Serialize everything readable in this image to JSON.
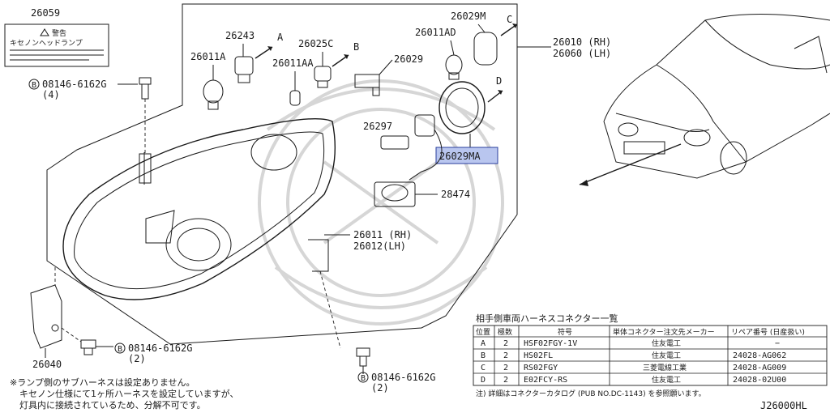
{
  "parts": {
    "p26059": "26059",
    "label_warning": "警告",
    "label_heading": "キセノンヘッドランプ",
    "p26243": "26243",
    "p26025c": "26025C",
    "p26011ad": "26011AD",
    "p26029m": "26029M",
    "p26010": "26010 (RH)",
    "p26060": "26060 (LH)",
    "p26011a": "26011A",
    "p26011aa": "26011AA",
    "p26029": "26029",
    "bolt_top": "08146-6162G",
    "bolt_top_qty": "(4)",
    "p26297": "26297",
    "p26029ma": "26029MA",
    "p28474": "28474",
    "p26011": "26011 (RH)",
    "p26012": "26012(LH)",
    "p26040": "26040",
    "bolt_bl": "08146-6162G",
    "bolt_bl_qty": "(2)",
    "bolt_bc": "08146-6162G",
    "bolt_bc_qty": "(2)",
    "circle_b": "B"
  },
  "arrows": {
    "a": "A",
    "b": "B",
    "c": "C",
    "d": "D"
  },
  "notes": {
    "line1": "※ランプ側のサブハーネスは設定ありません。",
    "line2": "キセノン仕様にて1ヶ所ハーネスを設定していますが、",
    "line3": "灯具内に接続されているため、分解不可です。"
  },
  "diagram_code": "J26000HL",
  "connector_table": {
    "title": "相手側車両ハーネスコネクター一覧",
    "headers": [
      "位置",
      "極数",
      "符号",
      "単体コネクター注文先メーカー",
      "リペア番号 (日産扱い)"
    ],
    "rows": [
      [
        "A",
        "2",
        "HSF02FGY-1V",
        "住友電工",
        "−"
      ],
      [
        "B",
        "2",
        "HS02FL",
        "住友電工",
        "24028-AG062"
      ],
      [
        "C",
        "2",
        "RS02FGY",
        "三菱電線工業",
        "24028-AG009"
      ],
      [
        "D",
        "2",
        "E02FCY-RS",
        "住友電工",
        "24028-02U00"
      ]
    ],
    "footnote": "注) 詳細はコネクターカタログ (PUB NO.DC-1143) を参照願います。"
  }
}
